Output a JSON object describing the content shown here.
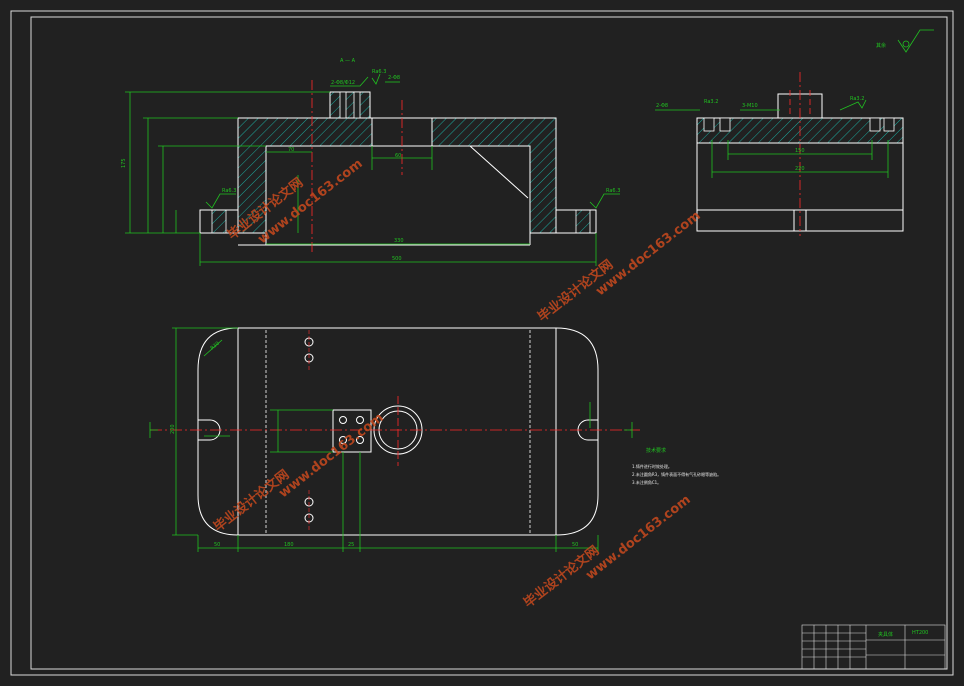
{
  "drawing": {
    "section_label": "A — A",
    "corner_symbol_label": "其余",
    "roughness_values": [
      "Ra6.3",
      "Ra3.2",
      "Ra12.5"
    ],
    "hole_callouts": [
      "2-Φ8/Φ12",
      "2-Φ8",
      "3-M10"
    ],
    "dimensions": {
      "front_overall_length": "500",
      "front_inner_length": "330",
      "front_height": "175",
      "front_left_offset": "70",
      "front_slot_width": "60",
      "side_inner": "150",
      "side_overall": "220",
      "plan_height": "200",
      "plan_radius": "R30",
      "plan_bottom_left": "50",
      "plan_bottom_mid": "180",
      "plan_bottom_small": "25",
      "plan_bottom_right": "50"
    },
    "notes": {
      "title": "技术要求",
      "lines": [
        "1.铸件进行时效处理。",
        "2.未注圆角R3，铸件表面不得有气孔砂眼等缺陷。",
        "3.未注倒角C1。"
      ]
    },
    "watermarks": {
      "cn": "毕业设计论文网",
      "url": "www.doc163.com"
    },
    "title_block": {
      "part_name": "夹具体",
      "material": "HT200"
    }
  },
  "colors": {
    "background": "#212121",
    "outline": "#ffffff",
    "dimension": "#21c221",
    "centerline": "#ff2a2a",
    "hatch": "#1ca89c",
    "watermark": "#c84a1e"
  }
}
